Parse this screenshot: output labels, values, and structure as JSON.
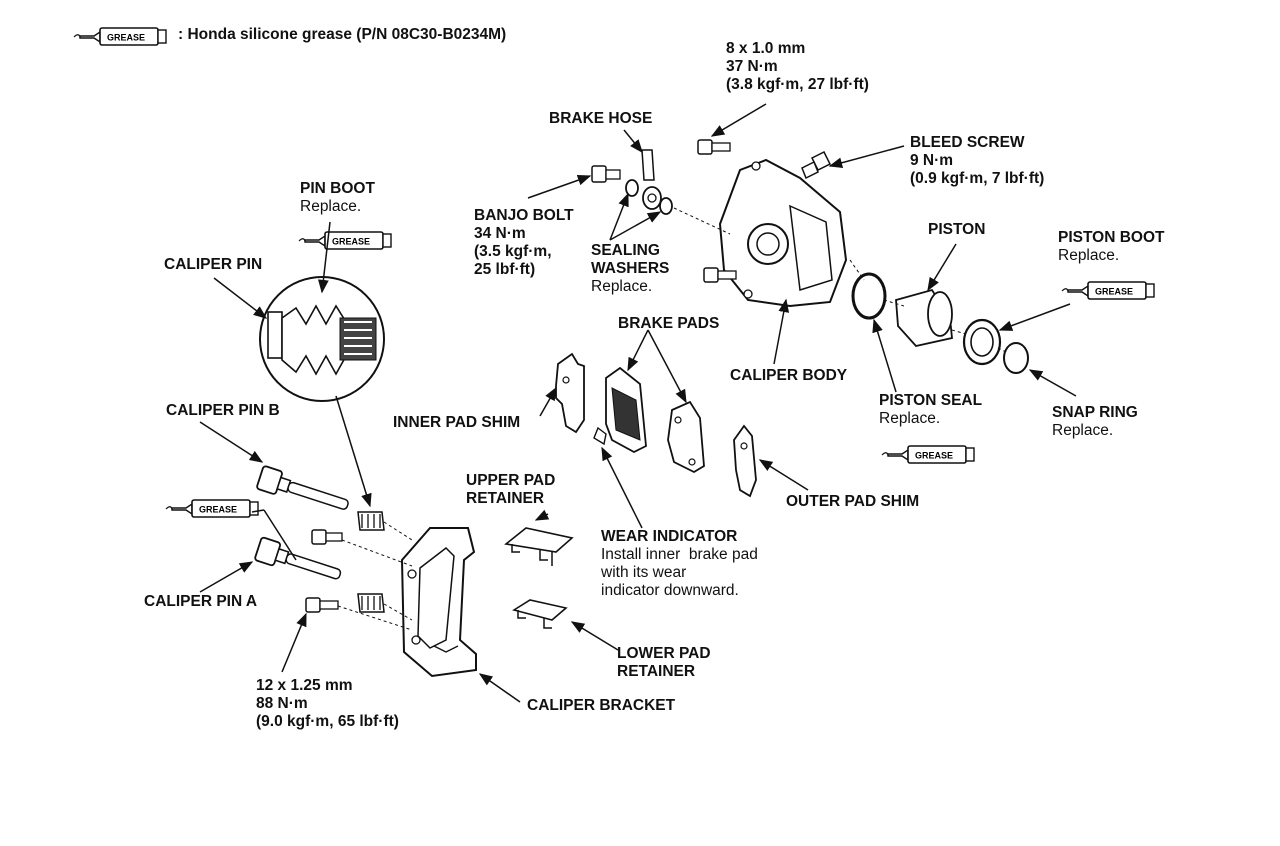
{
  "legend": {
    "grease_tag": "GREASE",
    "text": ": Honda silicone grease (P/N 08C30-B0234M)"
  },
  "labels": {
    "bolt_top_spec": [
      "8 x 1.0 mm",
      "37 N·m",
      "(3.8 kgf·m, 27 lbf·ft)"
    ],
    "brake_hose": "BRAKE HOSE",
    "bleed_screw": {
      "title": "BLEED SCREW",
      "specs": [
        "9 N·m",
        "(0.9 kgf·m, 7 lbf·ft)"
      ]
    },
    "pin_boot": {
      "title": "PIN BOOT",
      "note": "Replace."
    },
    "banjo_bolt": {
      "title": "BANJO BOLT",
      "specs": [
        "34 N·m",
        "(3.5 kgf·m,",
        "25 lbf·ft)"
      ]
    },
    "sealing_washers": {
      "title": [
        "SEALING",
        "WASHERS"
      ],
      "note": "Replace."
    },
    "piston": "PISTON",
    "piston_boot": {
      "title": "PISTON BOOT",
      "note": "Replace."
    },
    "caliper_pin": "CALIPER PIN",
    "brake_pads": "BRAKE PADS",
    "caliper_body": "CALIPER BODY",
    "piston_seal": {
      "title": "PISTON SEAL",
      "note": "Replace."
    },
    "snap_ring": {
      "title": "SNAP RING",
      "note": "Replace."
    },
    "caliper_pin_b": "CALIPER PIN B",
    "inner_pad_shim": "INNER PAD SHIM",
    "outer_pad_shim": "OUTER PAD SHIM",
    "upper_pad_retainer": [
      "UPPER PAD",
      "RETAINER"
    ],
    "wear_indicator": {
      "title": "WEAR INDICATOR",
      "note": [
        "Install inner  brake pad",
        "with its wear",
        "indicator downward."
      ]
    },
    "caliper_pin_a": "CALIPER PIN A",
    "lower_pad_retainer": [
      "LOWER PAD",
      "RETAINER"
    ],
    "bolt_bottom_spec": [
      "12 x 1.25 mm",
      "88 N·m",
      "(9.0 kgf·m, 65 lbf·ft)"
    ],
    "caliper_bracket": "CALIPER BRACKET"
  }
}
